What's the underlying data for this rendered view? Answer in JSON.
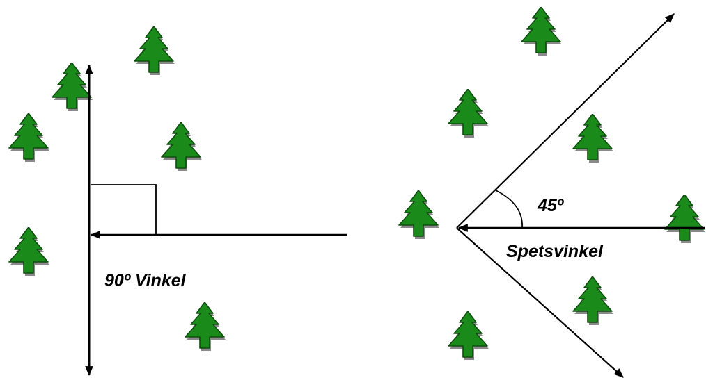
{
  "labels": {
    "right_angle": "90º Vinkel",
    "acute_angle_degrees": "45º",
    "acute_angle_name": "Spetsvinkel"
  },
  "colors": {
    "tree_fill": "#1a8a1a",
    "tree_outline": "#0d4d0d",
    "tree_shadow": "#8a8a8a",
    "line": "#000000"
  },
  "icons": {
    "tree": "pine-tree-icon",
    "arrow": "arrowhead"
  }
}
